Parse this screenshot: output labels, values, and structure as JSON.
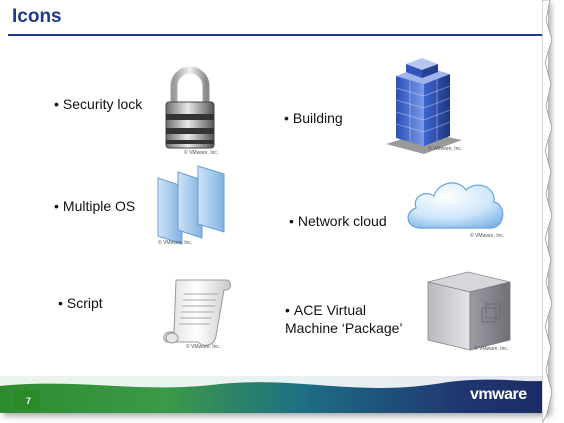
{
  "slide": {
    "title": "Icons",
    "page_number": "7",
    "logo": "vmware",
    "bullets": [
      {
        "text": "Security lock"
      },
      {
        "text": "Multiple OS"
      },
      {
        "text": "Script"
      },
      {
        "text": "Building"
      },
      {
        "text": "Network cloud"
      },
      {
        "text": "ACE Virtual",
        "text2": "Machine ‘Package’"
      }
    ],
    "copyright": "© VMware, Inc.",
    "colors": {
      "title": "#1f3a8a",
      "footer_green": "#2e8b2e",
      "footer_teal": "#1e6f84",
      "footer_navy": "#1f3570"
    }
  }
}
